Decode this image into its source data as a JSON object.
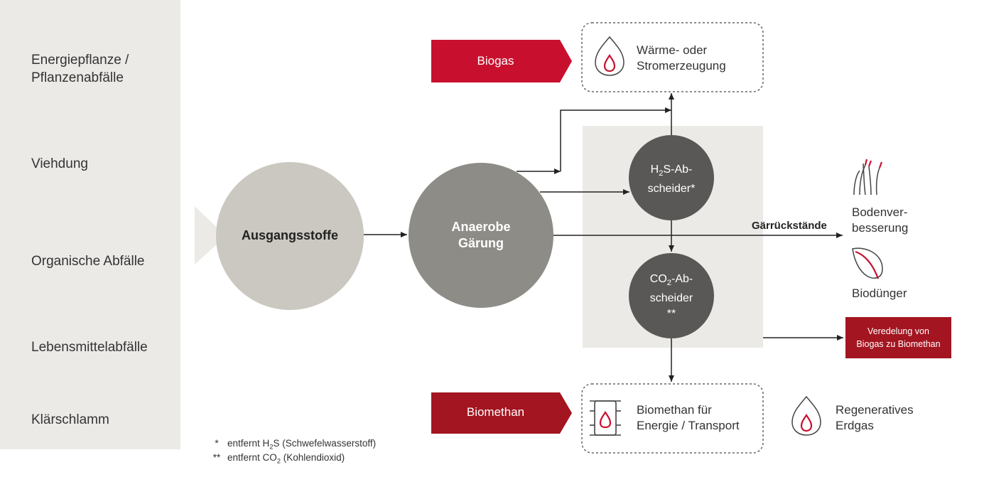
{
  "sources": {
    "items": [
      {
        "label": "Energiepflanze /\nPflanzenabfälle"
      },
      {
        "label": "Viehdung"
      },
      {
        "label": "Organische Abfälle"
      },
      {
        "label": "Lebensmittelabfälle"
      },
      {
        "label": "Klärschlamm"
      }
    ]
  },
  "process": {
    "input_label": "Ausgangsstoffe",
    "fermentation_label": "Anaerobe\nGärung",
    "residues_label": "Gärrückstände"
  },
  "separators": {
    "h2s_prefix": "H",
    "h2s_sub": "2",
    "h2s_suffix": "S-Ab-",
    "h2s_line2": "scheider*",
    "co2_prefix": "CO",
    "co2_sub": "2",
    "co2_suffix": "-Ab-",
    "co2_line2": "scheider",
    "co2_line3": "**"
  },
  "outputs": {
    "biogas_tag": "Biogas",
    "heat_power": "Wärme- oder\nStromerzeugung",
    "biomethan_tag": "Biomethan",
    "biomethan_use": "Biomethan für\nEnergie / Transport",
    "soil": "Bodenver-\nbesserung",
    "fertilizer": "Biodünger",
    "upgrade_box": "Veredelung von\nBiogas zu Biomethan",
    "renewable_gas": "Regeneratives\nErdgas"
  },
  "footnotes": {
    "f1_mark": "*",
    "f1_prefix": "entfernt H",
    "f1_sub": "2",
    "f1_suffix": "S (Schwefelwasserstoff)",
    "f2_mark": "**",
    "f2_prefix": "entfernt CO",
    "f2_sub": "2",
    "f2_suffix": " (Kohlendioxid)"
  },
  "colors": {
    "panel": "#eceae7",
    "light_circle": "#cbc8c1",
    "mid_circle": "#8e8c87",
    "dark_circle": "#595857",
    "red": "#c8102e",
    "dark_red": "#a31520"
  }
}
